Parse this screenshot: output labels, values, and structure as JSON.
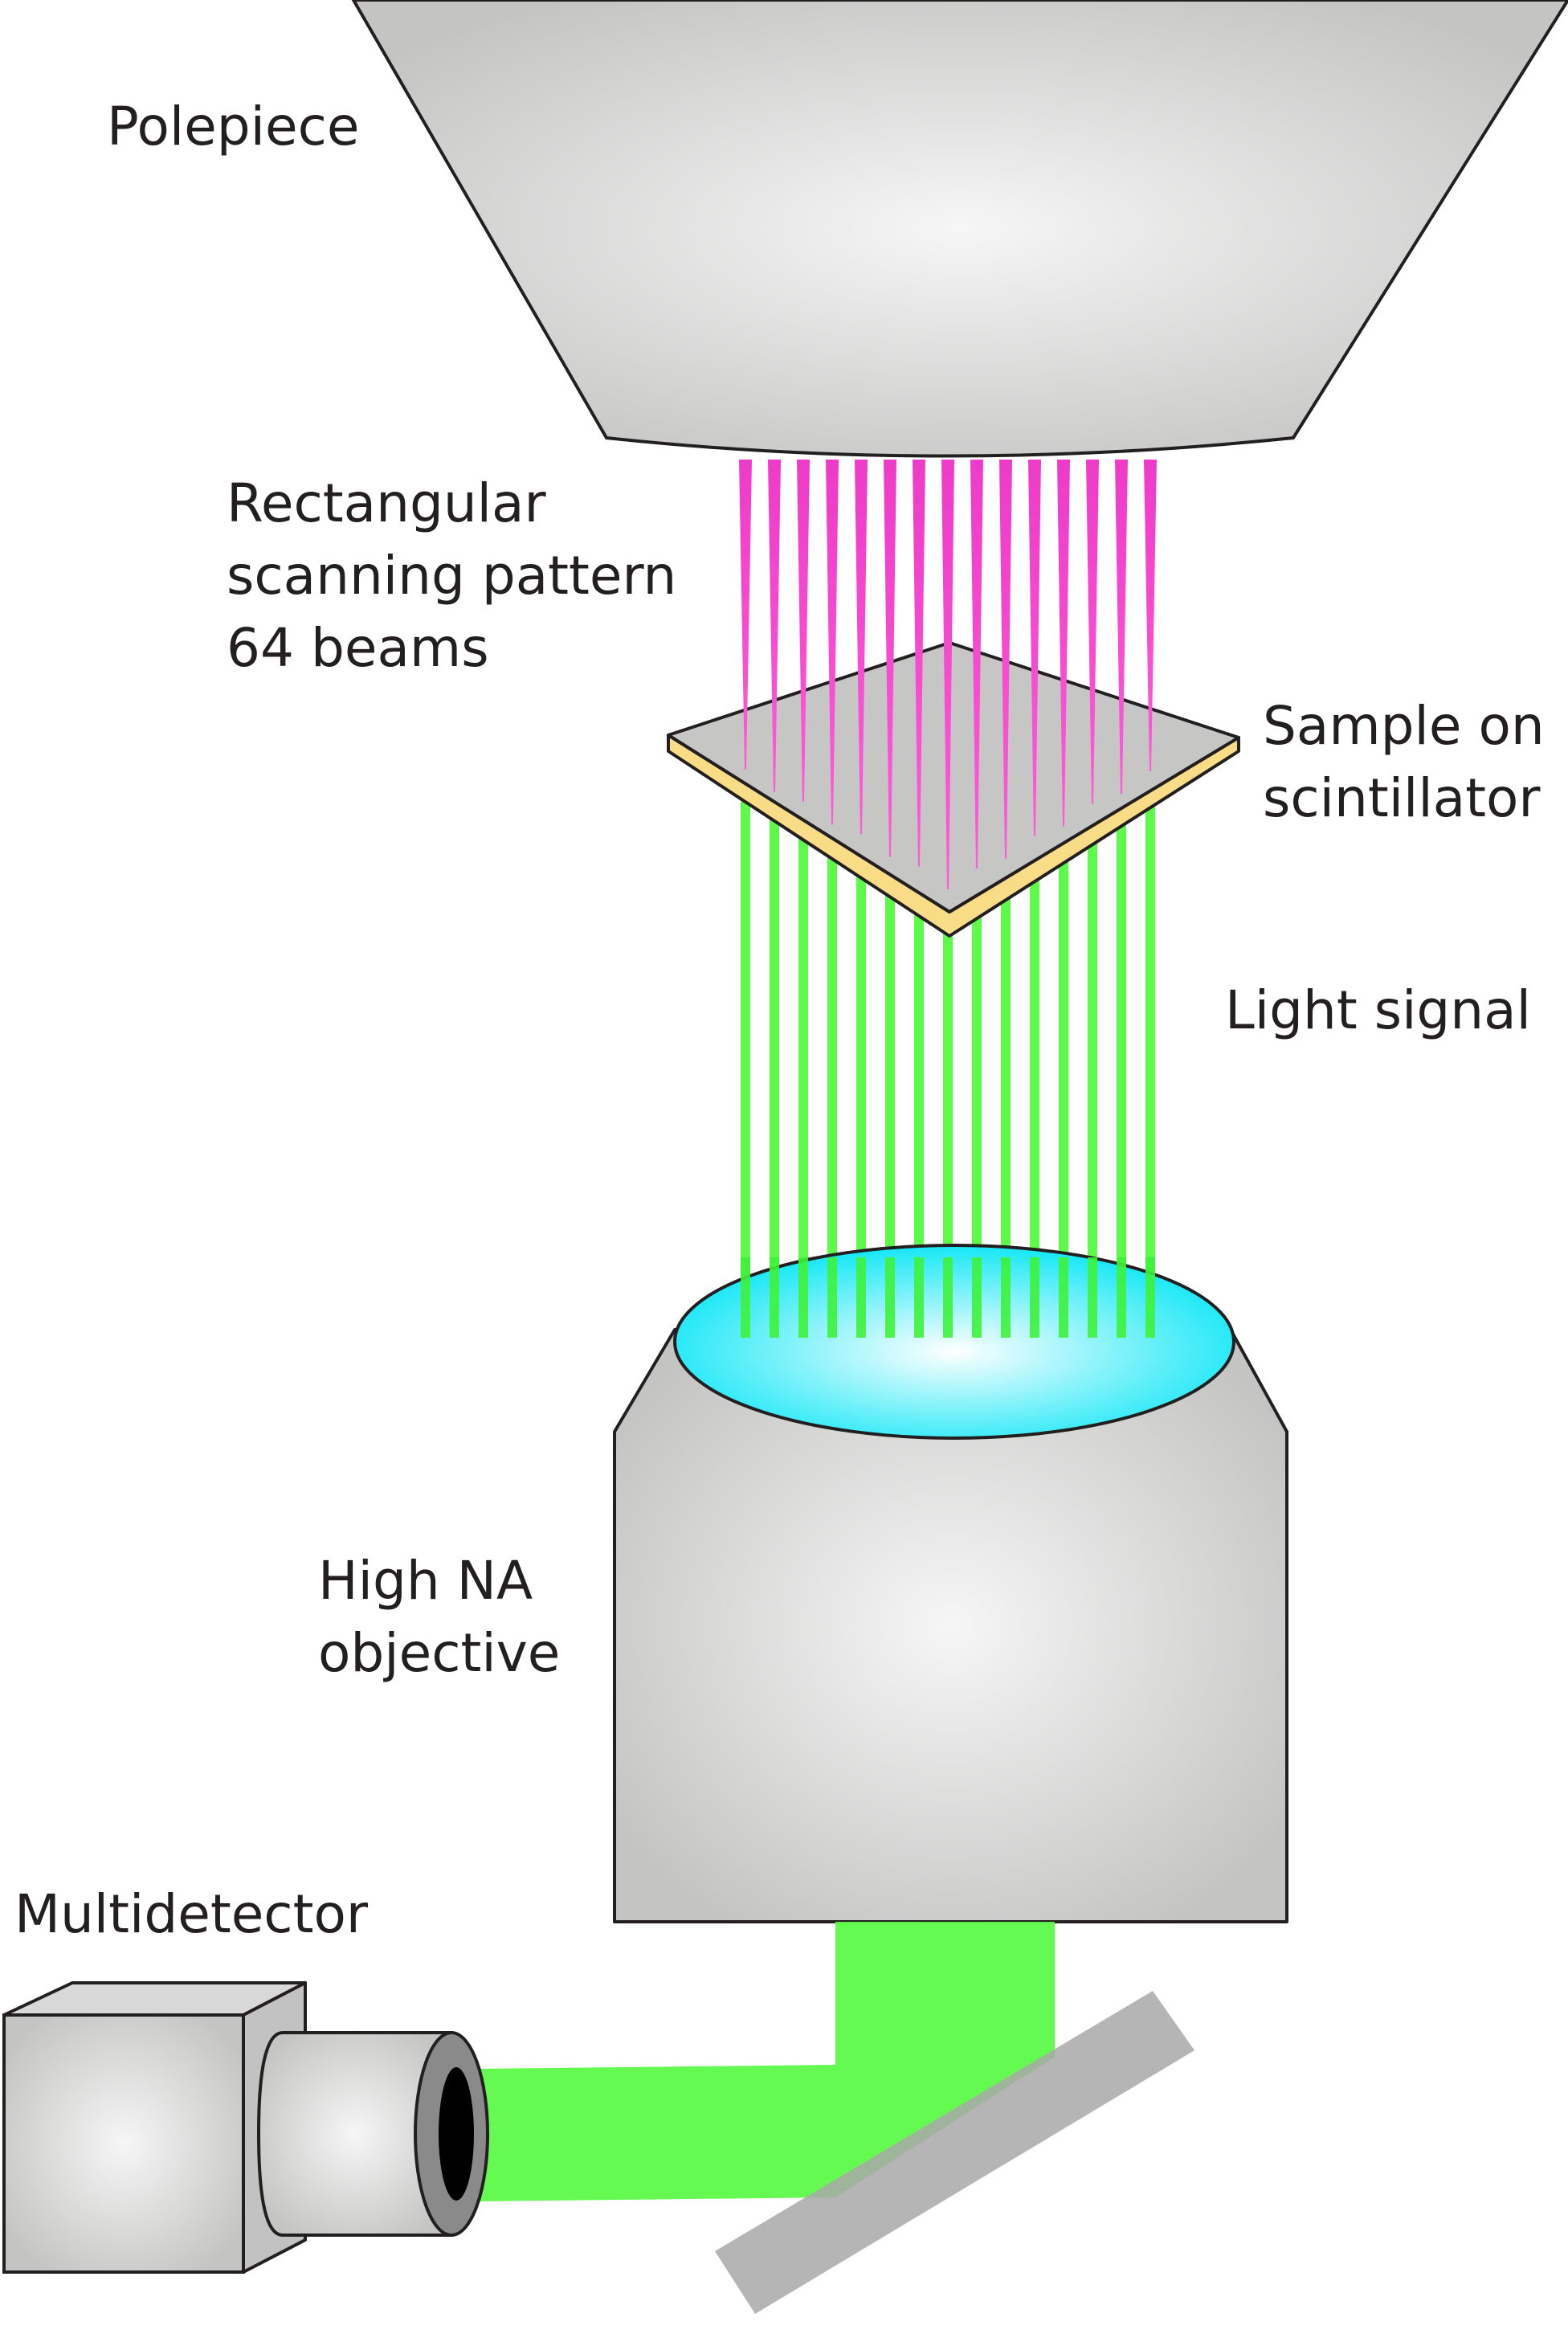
{
  "labels": {
    "polepiece": "Polepiece",
    "scan_line1": "Rectangular",
    "scan_line2": "scanning pattern",
    "scan_line3": "64 beams",
    "sample_line1": "Sample on",
    "sample_line2": "scintillator",
    "light_signal": "Light signal",
    "objective_line1": "High NA",
    "objective_line2": "objective",
    "multidetector": "Multidetector"
  },
  "colors": {
    "metal_light": "#f4f4f4",
    "metal_dark": "#c6c6c5",
    "electron_beam": "#ee3bc9",
    "light_beam": "#5dfa49",
    "lens_center": "#ffffff",
    "lens_edge": "#00e5f5",
    "scintillator": "#f9dc86",
    "sample": "#c6c6c5",
    "mirror": "#a8a8a8",
    "outline": "#231f20"
  }
}
